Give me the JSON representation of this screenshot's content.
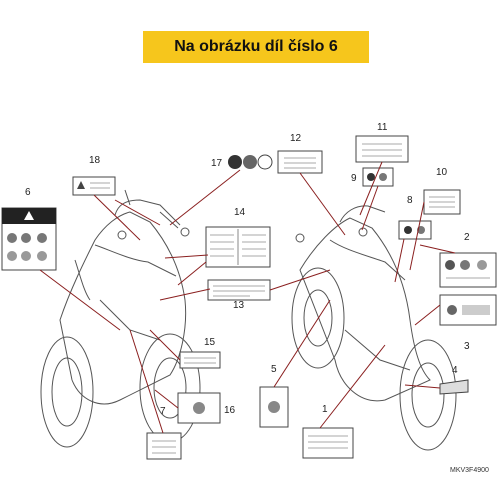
{
  "banner": {
    "text": "Na obrázku díl číslo 6"
  },
  "callouts": [
    "1",
    "2",
    "3",
    "4",
    "5",
    "6",
    "7",
    "8",
    "9",
    "10",
    "11",
    "12",
    "13",
    "14",
    "15",
    "16",
    "17",
    "18"
  ],
  "diagram_code": "MKV3F4900",
  "colors": {
    "banner": "#f6c61c",
    "line": "#8a1f1f",
    "outline": "#555555"
  }
}
